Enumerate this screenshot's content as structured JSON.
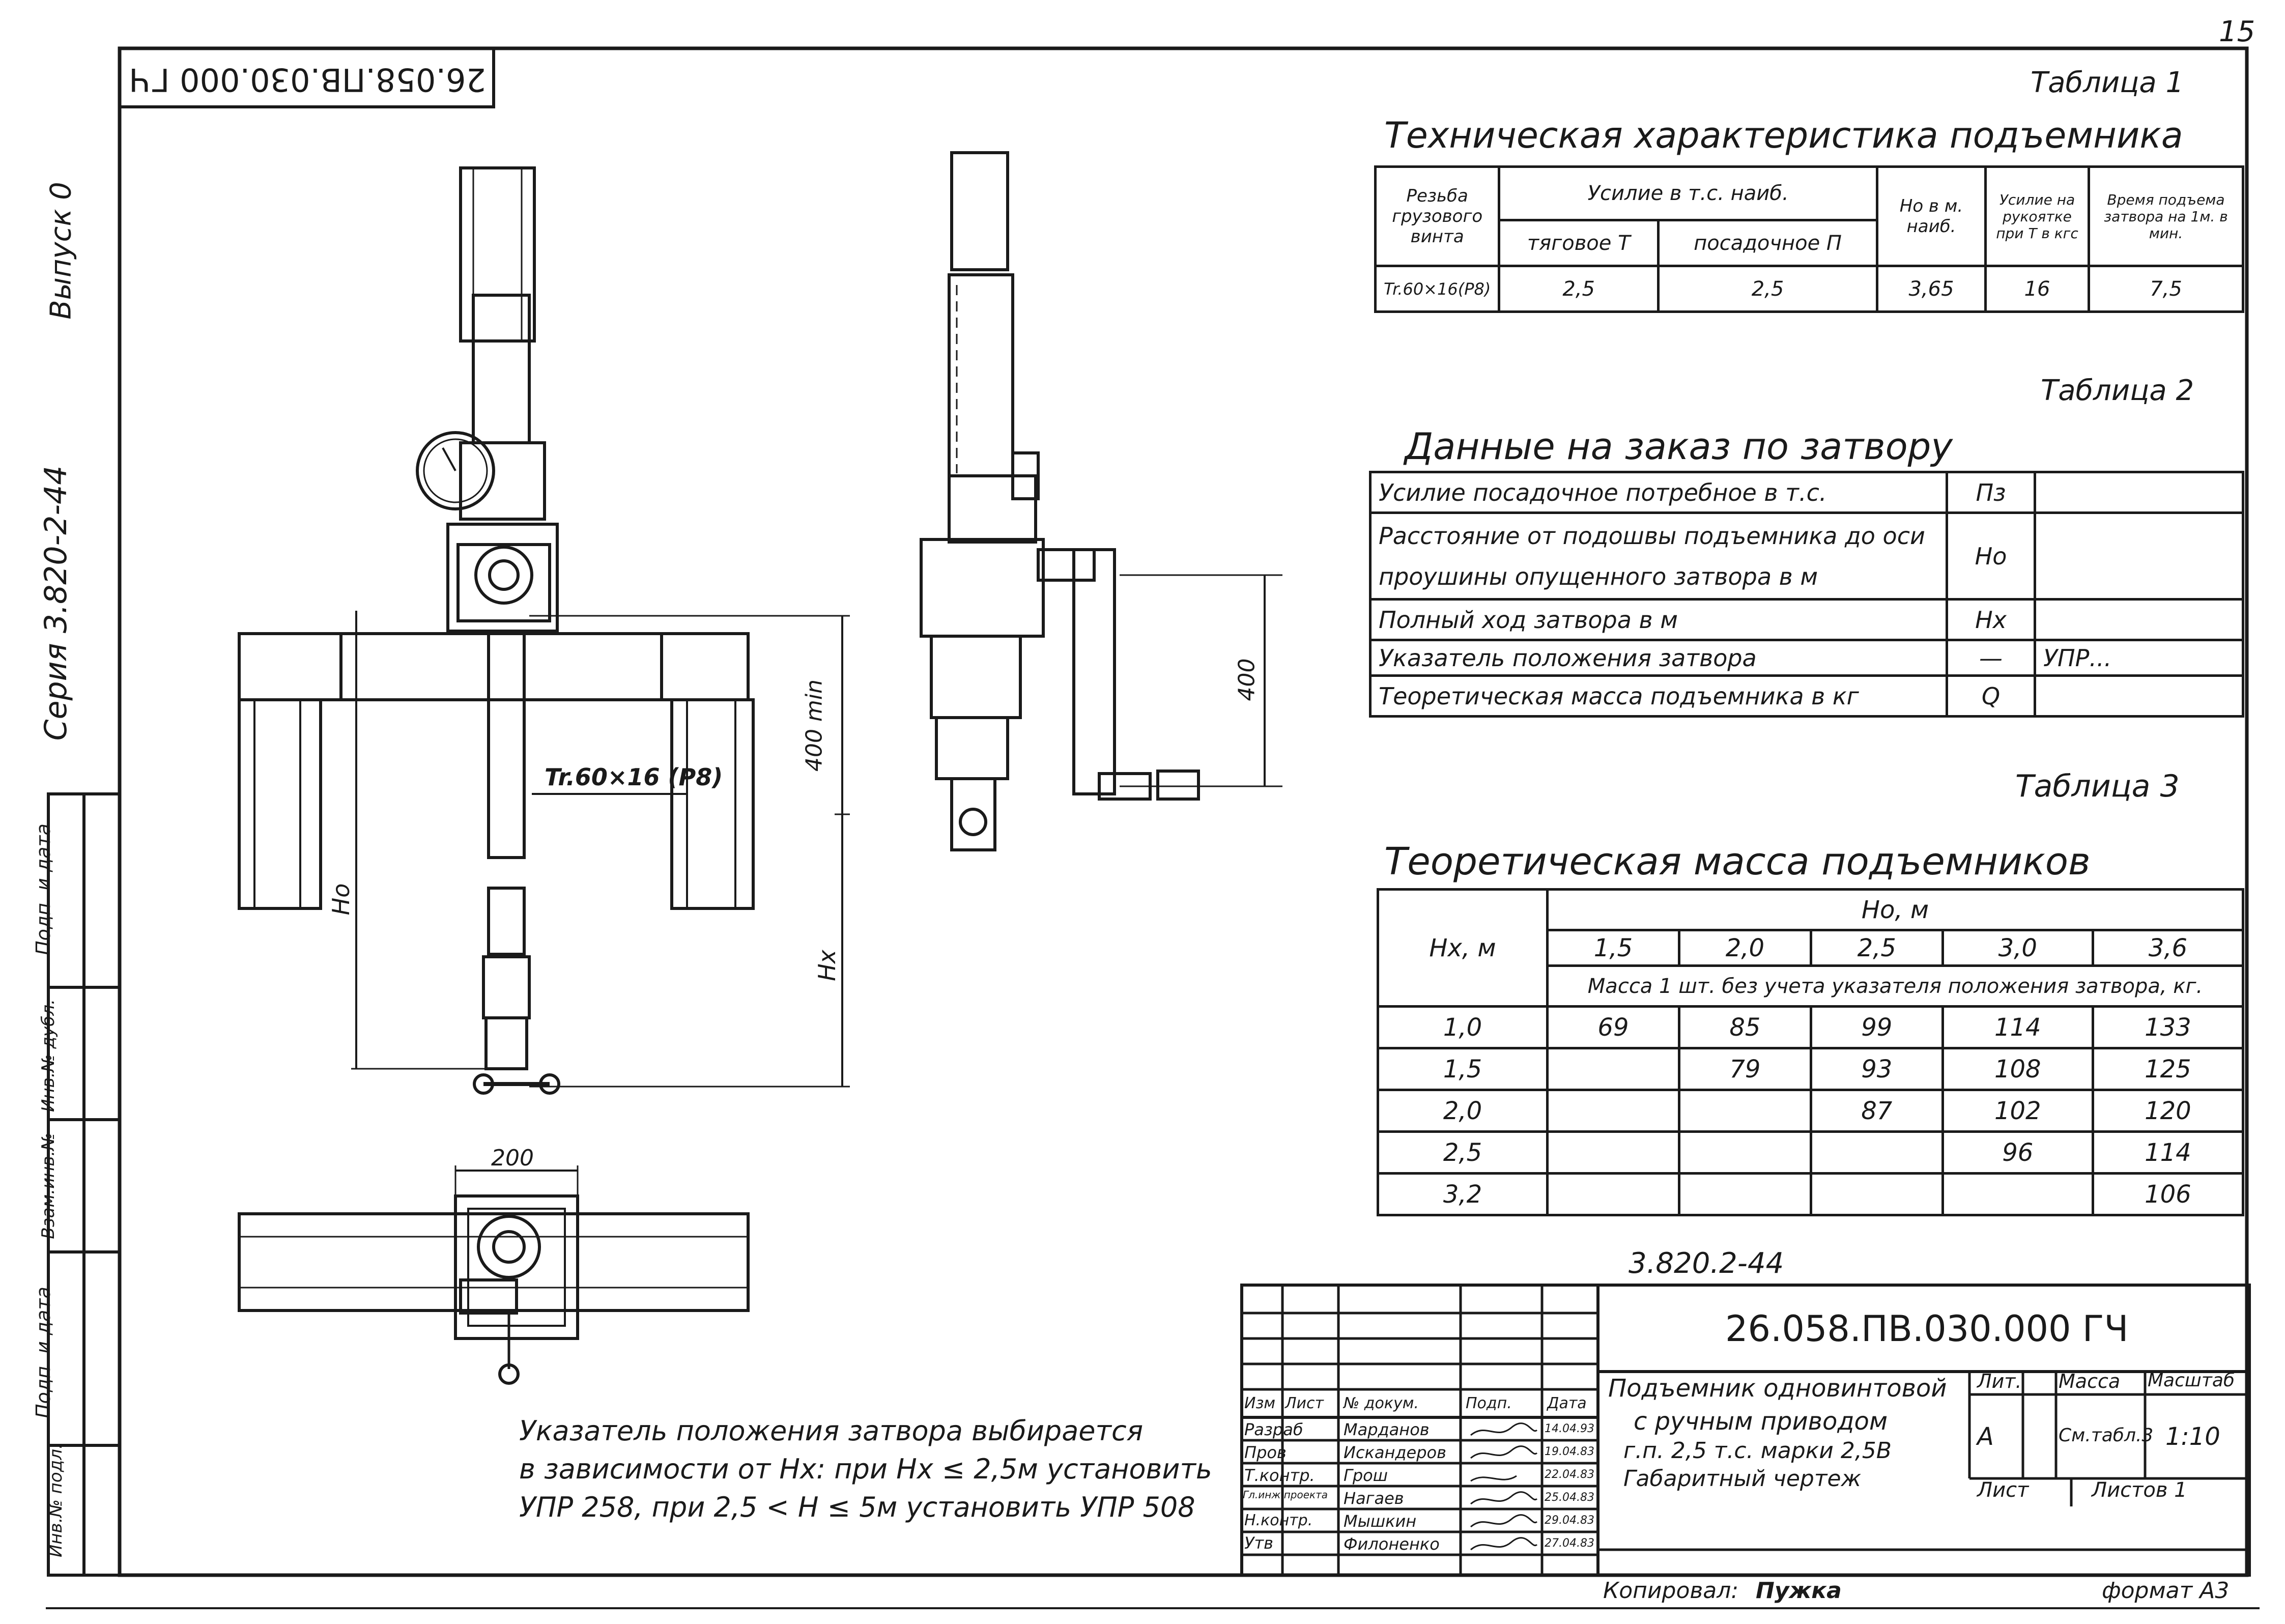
{
  "sheet": {
    "page_number": "15",
    "rotated_code": "26.058.ПВ.030.000 ГЧ",
    "series": "Серия 3.820-2-44",
    "issue": "Выпуск 0",
    "format": "формат А3",
    "copied_label": "Копировал:",
    "copied_by": "Пужка",
    "left_strip": [
      "Инв.№ подл.",
      "Подп. и дата",
      "Взам.инв.№",
      "Инв.№ дубл.",
      "Подп. и дата"
    ]
  },
  "drawing": {
    "dim_200": "200",
    "dim_400min": "400 min",
    "dim_400": "400",
    "thread_label": "Tr.60×16 (P8)",
    "label_ho": "Но",
    "label_hx": "Нх"
  },
  "table1": {
    "caption": "Таблица 1",
    "title": "Техническая характеристика подъемника",
    "h_thread": "Резьба грузового винта",
    "h_force": "Усилие в т.с. наиб.",
    "h_pull": "тяговое Т",
    "h_seat": "посадочное П",
    "h_ho": "Но в м. наиб.",
    "h_handle": "Усилие на рукоятке при Т в кгс",
    "h_time": "Время подъема затвора на 1м. в мин.",
    "row": [
      "Tr.60×16(P8)",
      "2,5",
      "2,5",
      "3,65",
      "16",
      "7,5"
    ]
  },
  "table2": {
    "caption": "Таблица 2",
    "title": "Данные на заказ по затвору",
    "rows": [
      [
        "Усилие посадочное потребное в т.с.",
        "Пз",
        ""
      ],
      [
        "Расстояние от подошвы подъемника до оси проушины опущенного затвора в м",
        "Но",
        ""
      ],
      [
        "Полный ход затвора в м",
        "Нх",
        ""
      ],
      [
        "Указатель положения затвора",
        "—",
        "УПР..."
      ],
      [
        "Теоретическая масса подъемника в кг",
        "Q",
        ""
      ]
    ]
  },
  "table3": {
    "caption": "Таблица 3",
    "title": "Теоретическая масса подъемников",
    "h_hx": "Нх, м",
    "h_ho": "Но, м",
    "cols": [
      "1,5",
      "2,0",
      "2,5",
      "3,0",
      "3,6"
    ],
    "subhead": "Масса 1 шт. без учета указателя положения затвора, кг.",
    "rows": [
      [
        "1,0",
        "69",
        "85",
        "99",
        "114",
        "133"
      ],
      [
        "1,5",
        "",
        "79",
        "93",
        "108",
        "125"
      ],
      [
        "2,0",
        "",
        "",
        "87",
        "102",
        "120"
      ],
      [
        "2,5",
        "",
        "",
        "",
        "96",
        "114"
      ],
      [
        "3,2",
        "",
        "",
        "",
        "",
        "106"
      ]
    ]
  },
  "note": {
    "line1": "Указатель положения затвора выбирается",
    "line2": "в зависимости от Нх: при Нх ≤ 2,5м установить",
    "line3": "УПР 258, при 2,5 < Н ≤ 5м установить УПР 508"
  },
  "titleblock": {
    "series_code": "3.820.2-44",
    "doc_code": "26.058.ПВ.030.000 ГЧ",
    "name_l1": "Подъемник одновинтовой",
    "name_l2": "с ручным приводом",
    "name_l3": "г.п. 2,5 т.с. марки 2,5В",
    "name_l4": "Габаритный чертеж",
    "h_izm": "Изм",
    "h_list": "Лист",
    "h_doc": "№ докум.",
    "h_sign": "Подп.",
    "h_date": "Дата",
    "lit": "Лит.",
    "mass": "Масса",
    "scale": "Масштаб",
    "lit_val": "А",
    "mass_val": "См.табл.3",
    "scale_val": "1:10",
    "sheet": "Лист",
    "sheets": "Листов 1",
    "people": [
      [
        "Разраб",
        "Марданов",
        "14.04.93"
      ],
      [
        "Пров",
        "Искандеров",
        "19.04.83"
      ],
      [
        "Т.контр.",
        "Грош",
        "22.04.83"
      ],
      [
        "Гл.инж.проекта",
        "Нагаев",
        "25.04.83"
      ],
      [
        "Н.контр.",
        "Мышкин",
        "29.04.83"
      ],
      [
        "Утв",
        "Филоненко",
        "27.04.83"
      ]
    ]
  }
}
